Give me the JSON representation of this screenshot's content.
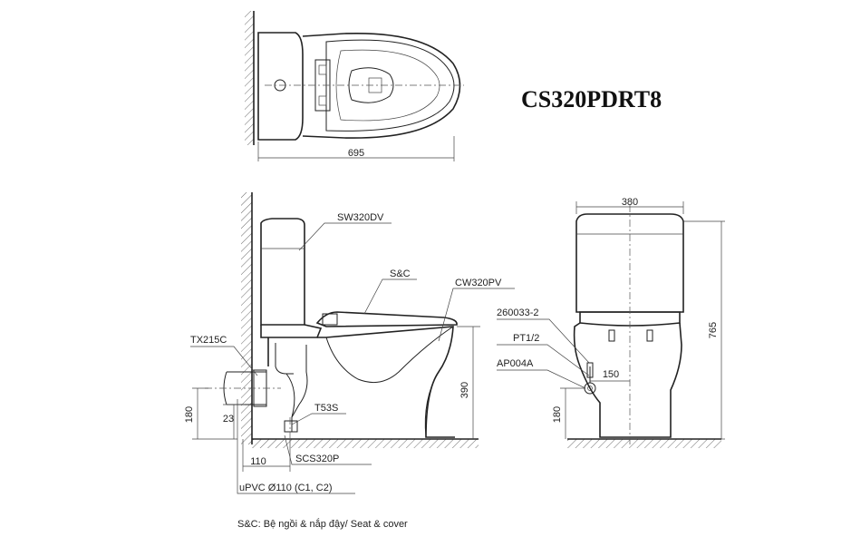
{
  "title": "CS320PDRT8",
  "legend": "S&C: Bệ ngồi & nắp đậy/ Seat & cover",
  "dimensions": {
    "top_width": "695",
    "front_width": "380",
    "front_height": "765",
    "bowl_height": "390",
    "outlet_height_side": "180",
    "outlet_height_front": "180",
    "wall_offset_23": "23",
    "outlet_distance": "110",
    "inlet_offset": "150"
  },
  "parts": {
    "tank": "SW320DV",
    "seat_cover": "S&C",
    "bowl": "CW320PV",
    "flush_valve": "TX215C",
    "flange": "T53S",
    "outlet_pipe": "SCS320P",
    "pvc": "uPVC Ø110 (C1, C2)",
    "bolt": "260033-2",
    "inlet_thread": "PT1/2",
    "angle_valve": "AP004A"
  }
}
